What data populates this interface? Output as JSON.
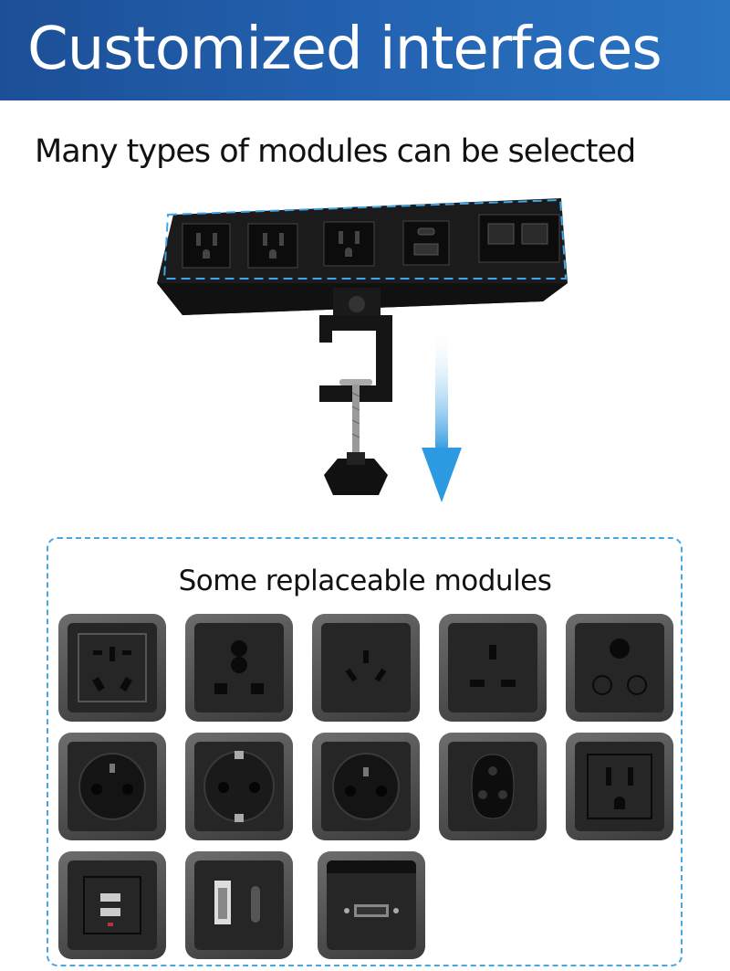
{
  "header": {
    "title": "Customized interfaces"
  },
  "subtitle": "Many types of modules can be selected",
  "modules_section": {
    "title": "Some replaceable modules",
    "modules": [
      {
        "icon": "cn-socket-icon"
      },
      {
        "icon": "universal-socket-icon"
      },
      {
        "icon": "au-socket-icon"
      },
      {
        "icon": "uk-socket-icon"
      },
      {
        "icon": "sa-round-socket-icon"
      },
      {
        "icon": "fr-socket-icon"
      },
      {
        "icon": "schuko-socket-icon"
      },
      {
        "icon": "fr-socket-icon"
      },
      {
        "icon": "swiss-socket-icon"
      },
      {
        "icon": "us-socket-icon"
      },
      {
        "icon": "usb-dual-icon"
      },
      {
        "icon": "usb-a-c-icon"
      },
      {
        "icon": "dvi-port-icon"
      }
    ]
  },
  "colors": {
    "banner": "#2362b0",
    "accent": "#4aa6e0",
    "module": "#262626"
  }
}
